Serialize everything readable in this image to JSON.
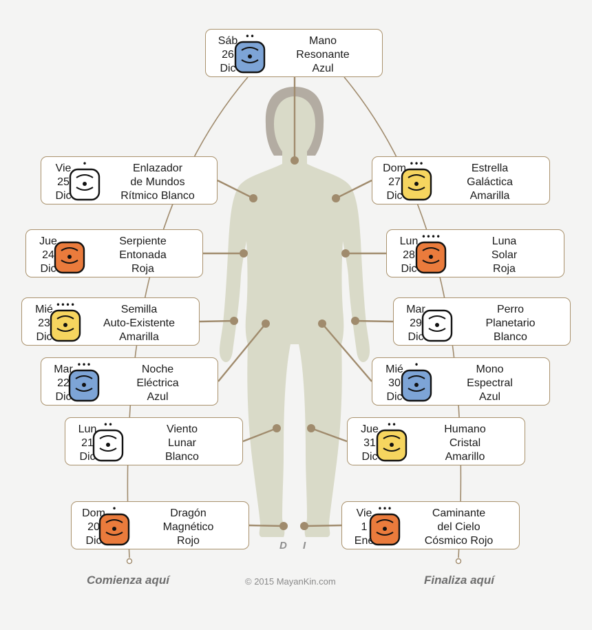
{
  "colors": {
    "line": "#a08b6d",
    "silhouette": "#d9dac8",
    "hair": "#b3aca2",
    "blue": "#7da4d6",
    "yellow": "#f6d55f",
    "red": "#ea7b3c",
    "white": "#ffffff"
  },
  "cards": [
    {
      "day": "Sáb",
      "num": "26",
      "mon": "Dic",
      "l1": "Mano",
      "l2": "Resonante",
      "l3": "Azul",
      "color": "blue",
      "dots": "••"
    },
    {
      "day": "Vie",
      "num": "25",
      "mon": "Dic",
      "l1": "Enlazador",
      "l2": "de Mundos",
      "l3": "Rítmico Blanco",
      "color": "white",
      "dots": "•"
    },
    {
      "day": "Dom",
      "num": "27",
      "mon": "Dic",
      "l1": "Estrella",
      "l2": "Galáctica",
      "l3": "Amarilla",
      "color": "yellow",
      "dots": "•••"
    },
    {
      "day": "Jue",
      "num": "24",
      "mon": "Dic",
      "l1": "Serpiente",
      "l2": "Entonada",
      "l3": "Roja",
      "color": "red",
      "dots": ""
    },
    {
      "day": "Lun",
      "num": "28",
      "mon": "Dic",
      "l1": "Luna",
      "l2": "Solar",
      "l3": "Roja",
      "color": "red",
      "dots": "••••"
    },
    {
      "day": "Mié",
      "num": "23",
      "mon": "Dic",
      "l1": "Semilla",
      "l2": "Auto-Existente",
      "l3": "Amarilla",
      "color": "yellow",
      "dots": "••••"
    },
    {
      "day": "Mar",
      "num": "29",
      "mon": "Dic",
      "l1": "Perro",
      "l2": "Planetario",
      "l3": "Blanco",
      "color": "white",
      "dots": ""
    },
    {
      "day": "Mar",
      "num": "22",
      "mon": "Dic",
      "l1": "Noche",
      "l2": "Eléctrica",
      "l3": "Azul",
      "color": "blue",
      "dots": "•••"
    },
    {
      "day": "Mié",
      "num": "30",
      "mon": "Dic",
      "l1": "Mono",
      "l2": "Espectral",
      "l3": "Azul",
      "color": "blue",
      "dots": "•"
    },
    {
      "day": "Lun",
      "num": "21",
      "mon": "Dic",
      "l1": "Viento",
      "l2": "Lunar",
      "l3": "Blanco",
      "color": "white",
      "dots": "••"
    },
    {
      "day": "Jue",
      "num": "31",
      "mon": "Dic",
      "l1": "Humano",
      "l2": "Cristal",
      "l3": "Amarillo",
      "color": "yellow",
      "dots": "••"
    },
    {
      "day": "Dom",
      "num": "20",
      "mon": "Dic",
      "l1": "Dragón",
      "l2": "Magnético",
      "l3": "Rojo",
      "color": "red",
      "dots": "•"
    },
    {
      "day": "Vie",
      "num": "1",
      "mon": "Ene",
      "l1": "Caminante",
      "l2": "del Cielo",
      "l3": "Cósmico Rojo",
      "color": "red",
      "dots": "•••"
    }
  ],
  "footer": {
    "start": "Comienza aquí",
    "end": "Finaliza aquí",
    "copyright": "© 2015 MayanKin.com",
    "leg_d": "D",
    "leg_i": "I"
  }
}
